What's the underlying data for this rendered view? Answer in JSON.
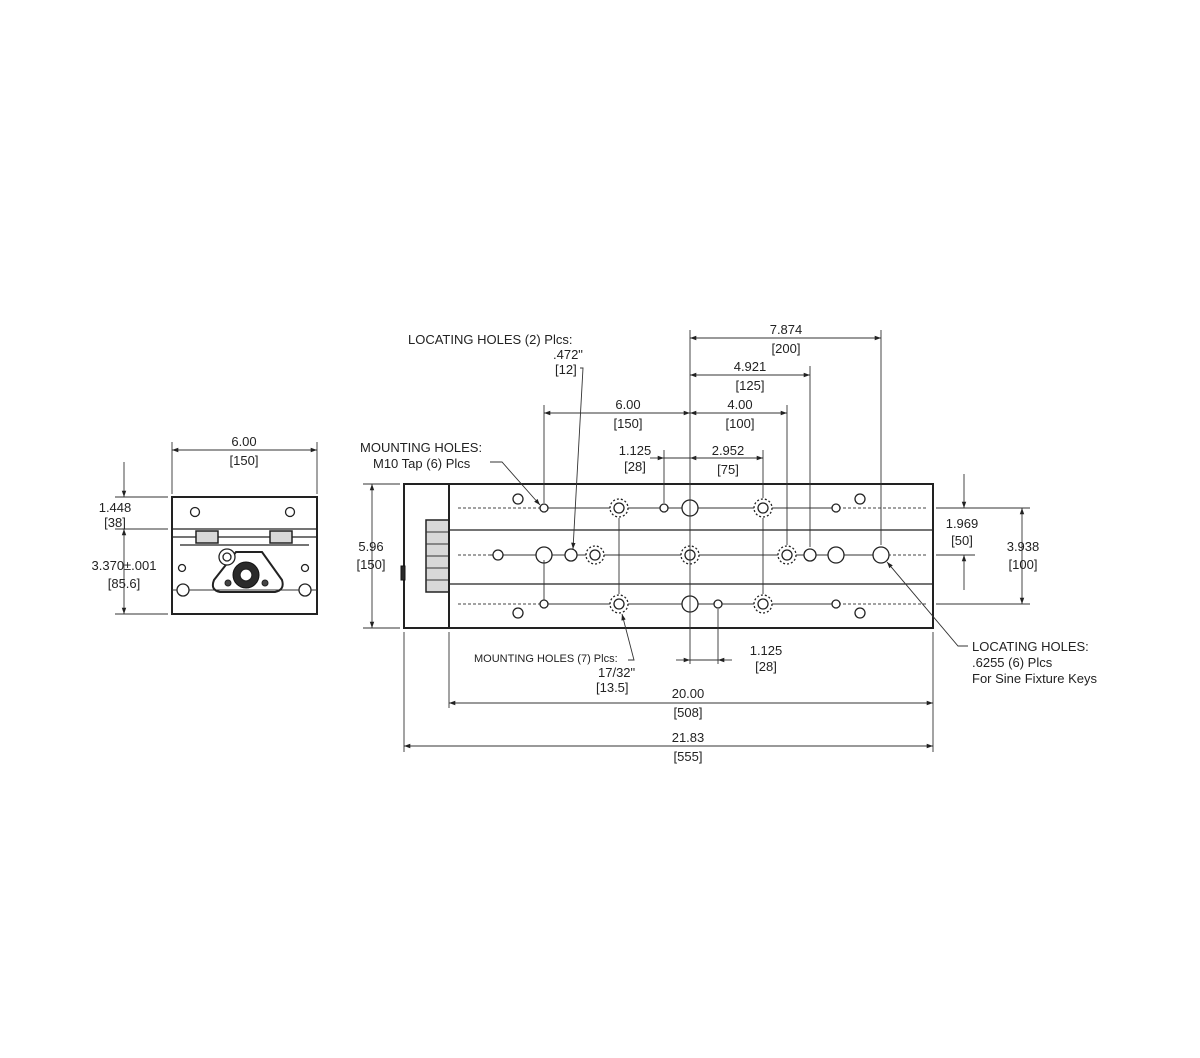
{
  "end_view": {
    "width": {
      "value": "6.00",
      "metric": "[150]"
    },
    "top_height": {
      "value": "1.448",
      "metric": "[38]"
    },
    "center_height": {
      "value": "3.370±.001",
      "metric": "[85.6]"
    }
  },
  "top_view": {
    "dim_7874": {
      "value": "7.874",
      "metric": "[200]"
    },
    "dim_4921": {
      "value": "4.921",
      "metric": "[125]"
    },
    "dim_600": {
      "value": "6.00",
      "metric": "[150]"
    },
    "dim_400": {
      "value": "4.00",
      "metric": "[100]"
    },
    "dim_1125_top": {
      "value": "1.125",
      "metric": "[28]"
    },
    "dim_2952": {
      "value": "2.952",
      "metric": "[75]"
    },
    "dim_596": {
      "value": "5.96",
      "metric": "[150]"
    },
    "dim_1969": {
      "value": "1.969",
      "metric": "[50]"
    },
    "dim_3938": {
      "value": "3.938",
      "metric": "[100]"
    },
    "dim_1125_bottom": {
      "value": "1.125",
      "metric": "[28]"
    },
    "dim_2000": {
      "value": "20.00",
      "metric": "[508]"
    },
    "dim_2183": {
      "value": "21.83",
      "metric": "[555]"
    }
  },
  "callouts": {
    "locating_top": {
      "line1": "LOCATING HOLES (2) Plcs:",
      "line2": ".472\"",
      "line3": "[12]"
    },
    "mounting_m10": {
      "line1": "MOUNTING HOLES:",
      "line2": "M10 Tap (6) Plcs"
    },
    "mounting_7": {
      "line1": "MOUNTING HOLES (7) Plcs:",
      "line2": "17/32\"",
      "line3": "[13.5]"
    },
    "locating_right": {
      "line1": "LOCATING HOLES:",
      "line2": ".6255 (6) Plcs",
      "line3": "For Sine Fixture Keys"
    }
  }
}
